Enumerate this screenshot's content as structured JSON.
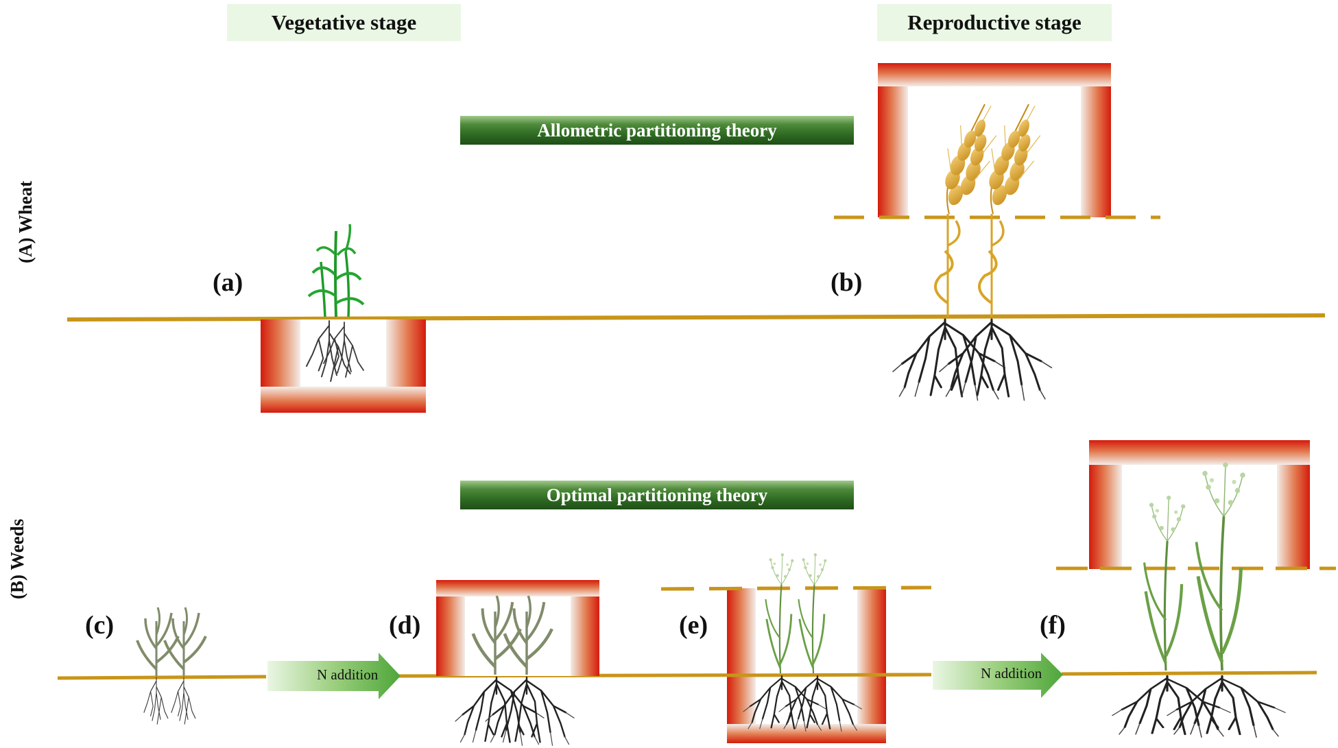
{
  "stages": {
    "vegetative": "Vegetative stage",
    "reproductive": "Reproductive stage"
  },
  "theories": {
    "allometric": "Allometric partitioning theory",
    "optimal": "Optimal partitioning theory"
  },
  "rows": {
    "wheat": "(A)   Wheat",
    "weeds": "(B)   Weeds"
  },
  "panels": [
    "(a)",
    "(b)",
    "(c)",
    "(d)",
    "(e)",
    "(f)"
  ],
  "arrows": {
    "n_addition_1": "N addition",
    "n_addition_2": "N addition"
  },
  "colors": {
    "ground": "#c8951a",
    "box_red": "#d41b0c",
    "theory_green": "#2e6a22",
    "stage_bg": "#e9f7e4",
    "wheat_green": "#1f9a2a",
    "wheat_gold": "#d9a428",
    "weed_green": "#5f8f3e",
    "weed_gray": "#7e8a6e",
    "root": "#2a2a2a"
  },
  "icons": [
    "seedling-icon",
    "wheat-ear-icon",
    "weed-plant-icon",
    "oat-panicle-icon",
    "root-icon",
    "arrow-right-icon"
  ]
}
